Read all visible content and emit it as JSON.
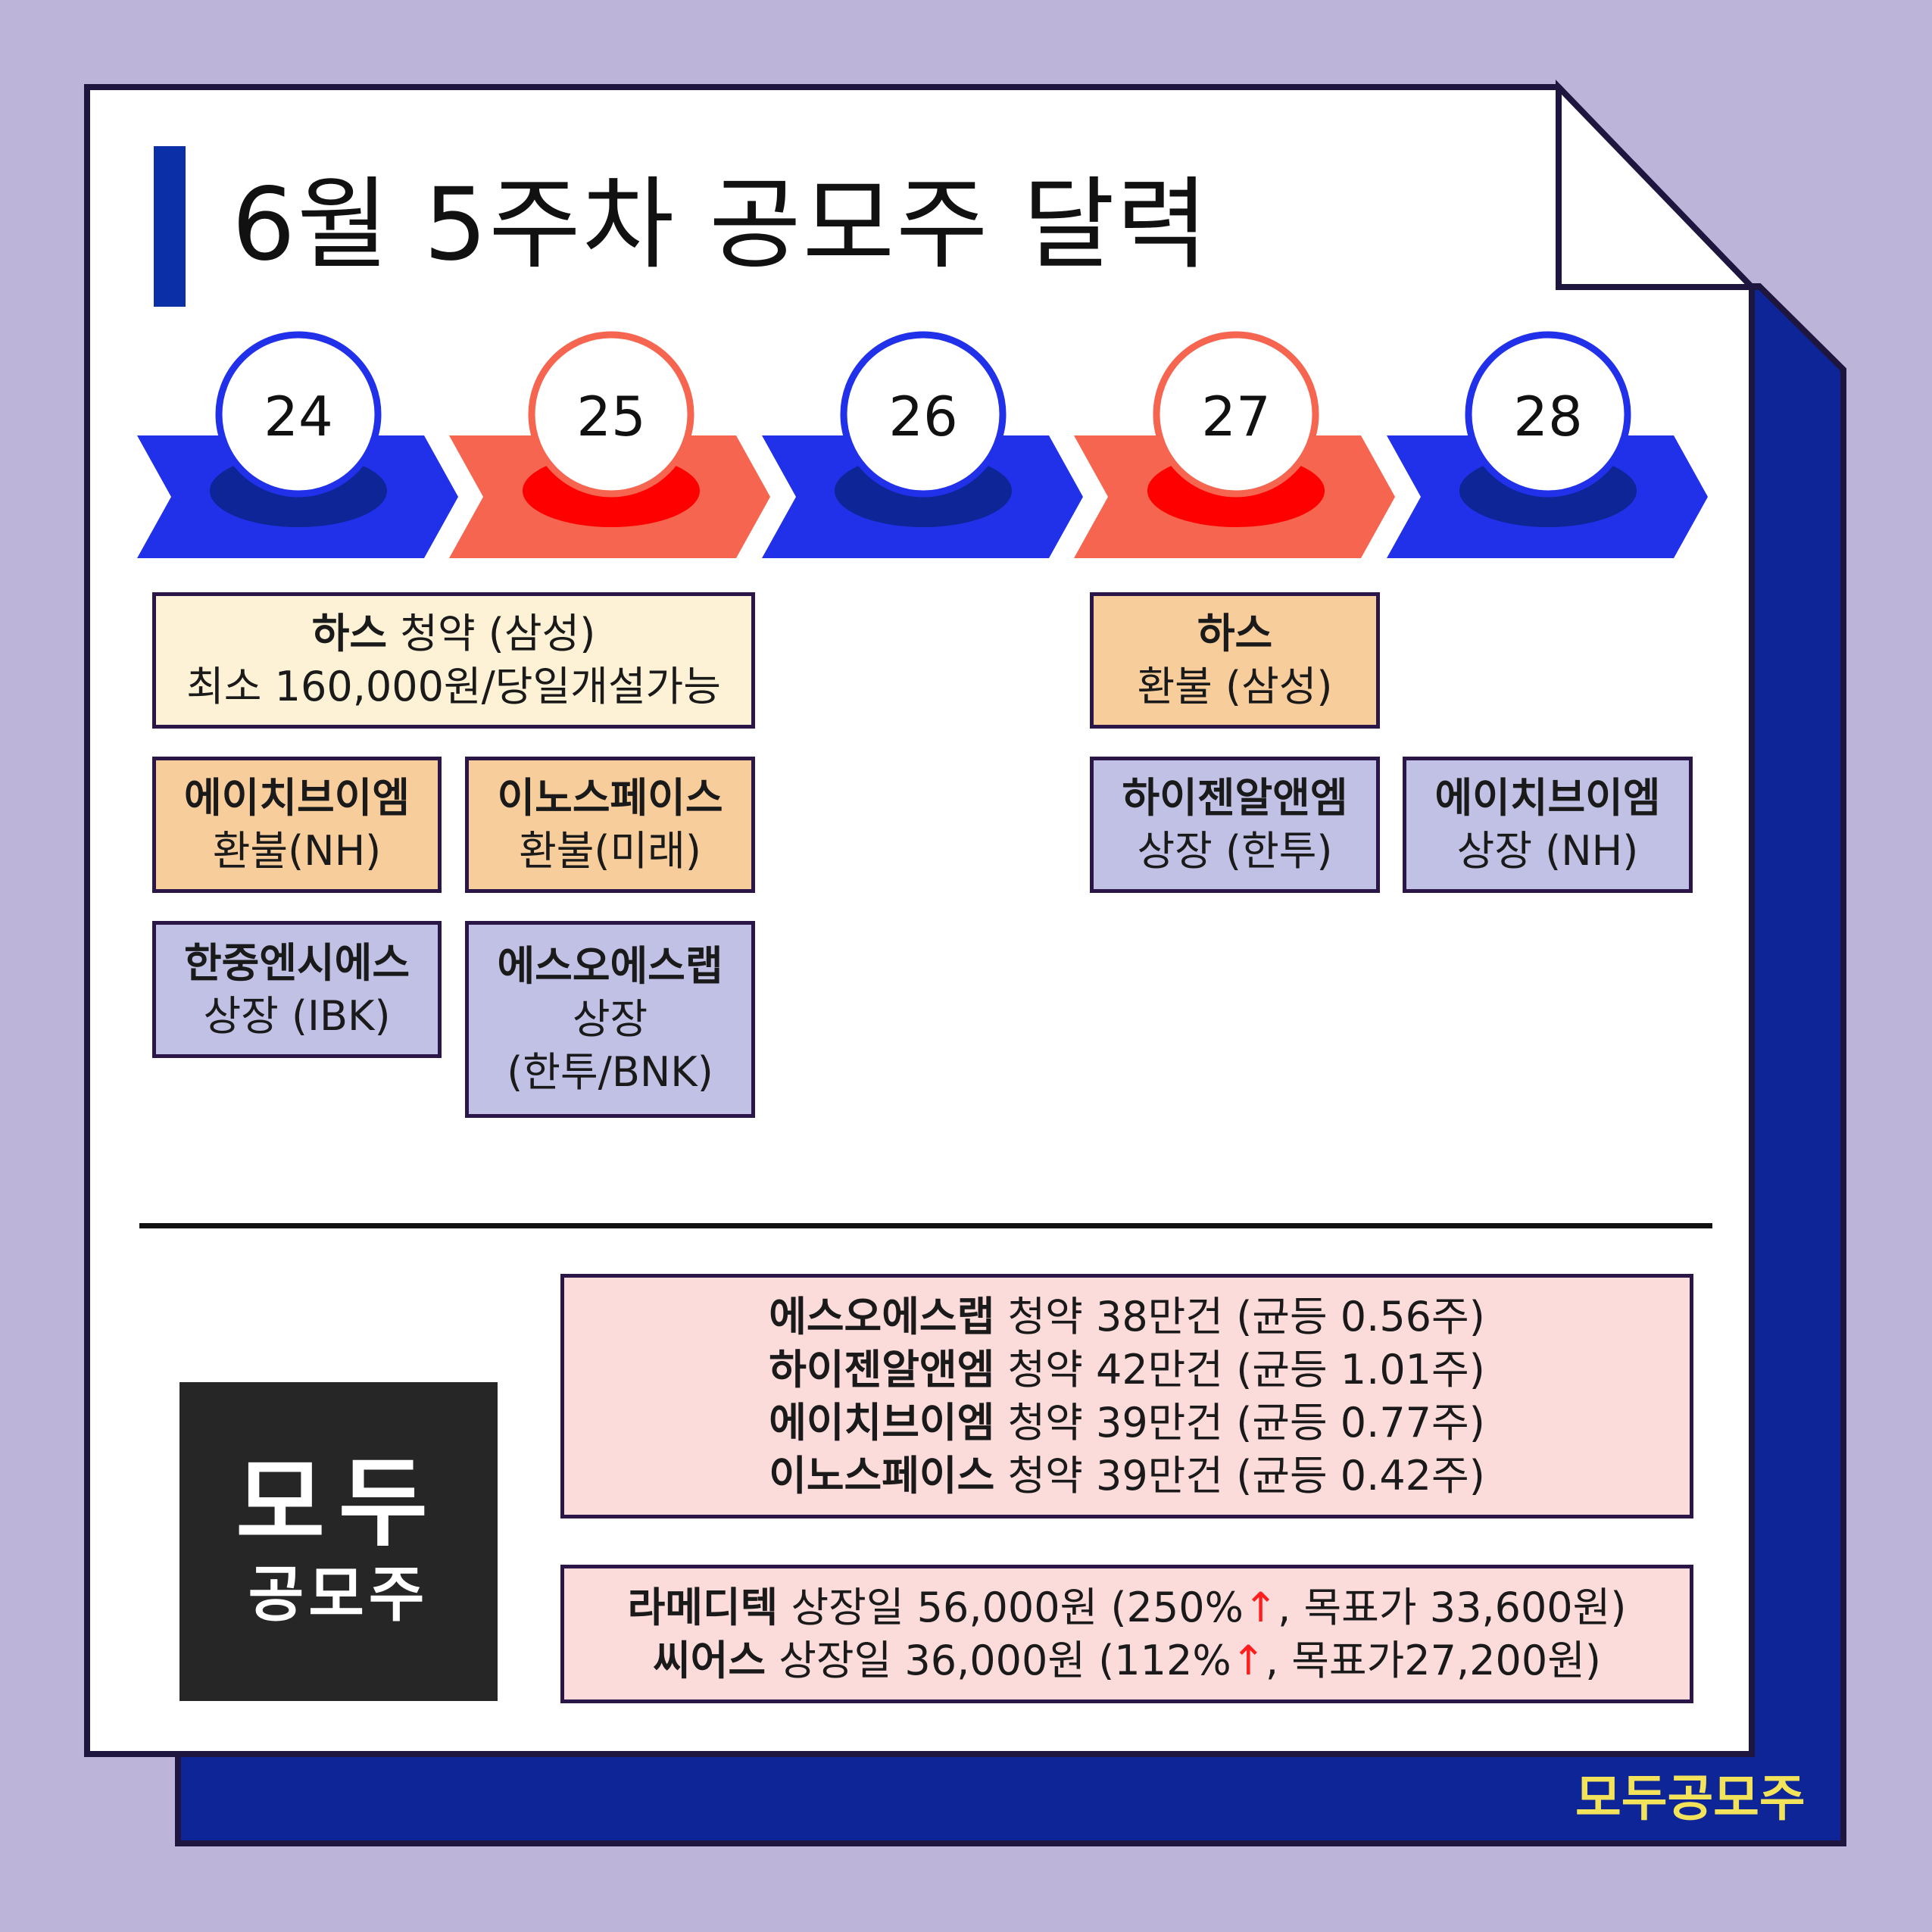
{
  "title": "6월 5주차 공모주 달력",
  "days": [
    "24",
    "25",
    "26",
    "27",
    "28"
  ],
  "colors": {
    "blue": "#2130e9",
    "coral": "#f6654f",
    "red": "#ff0000",
    "navy": "#0b2fa7",
    "dark_navy": "#0d2596"
  },
  "events": {
    "e1_bold": "하스",
    "e1_rest": " 청약 (삼성)",
    "e1_line2": "최소 160,000원/당일개설가능",
    "e2_line1": "에이치브이엠",
    "e2_line2": "환불(NH)",
    "e3_line1": "이노스페이스",
    "e3_line2": "환불(미래)",
    "e4_line1": "한중엔시에스",
    "e4_line2": "상장 (IBK)",
    "e5_line1": "에스오에스랩",
    "e5_line2": "상장",
    "e5_line3": "(한투/BNK)",
    "e6_line1": "하스",
    "e6_line2": "환불 (삼성)",
    "e7_line1": "하이젠알앤엠",
    "e7_line2": "상장 (한투)",
    "e8_line1": "에이치브이엠",
    "e8_line2": "상장 (NH)"
  },
  "summary1": [
    {
      "name": "에스오에스랩",
      "text": " 청약 38만건 (균등 0.56주)"
    },
    {
      "name": "하이젠알앤엠",
      "text": " 청약 42만건 (균등 1.01주)"
    },
    {
      "name": "에이치브이엠",
      "text": " 청약 39만건 (균등 0.77주)"
    },
    {
      "name": "이노스페이스",
      "text": " 청약 39만건 (균등 0.42주)"
    }
  ],
  "summary2": [
    {
      "name": "라메디텍",
      "pre": " 상장일 56,000원 (250%",
      "arrow": "↑",
      "post": ", 목표가 33,600원)"
    },
    {
      "name": "씨어스",
      "pre": " 상장일 36,000원 (112%",
      "arrow": "↑",
      "post": ", 목표가27,200원)"
    }
  ],
  "logo": {
    "big": "모두",
    "small": "공모주"
  },
  "watermark": "모두공모주"
}
